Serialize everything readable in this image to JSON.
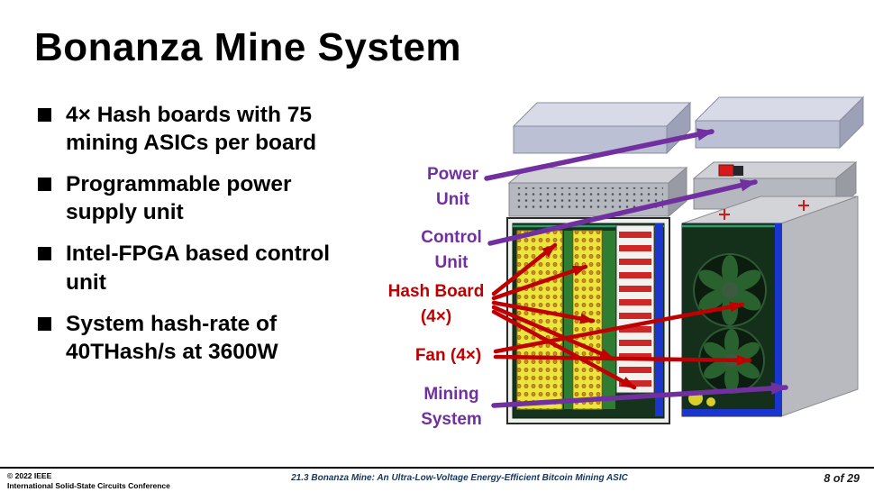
{
  "slide": {
    "title": "Bonanza Mine System",
    "bullets": [
      "4× Hash boards with 75\nmining ASICs per board",
      "Programmable power\nsupply unit",
      "Intel-FPGA based control\nunit",
      "System hash-rate of\n40THash/s at 3600W"
    ]
  },
  "diagram": {
    "labels": {
      "power_unit": "Power\nUnit",
      "control_unit": "Control\nUnit",
      "hash_board": "Hash Board\n(4×)",
      "fan": "Fan (4×)",
      "mining_system": "Mining\nSystem"
    },
    "colors": {
      "label_purple": "#7030A0",
      "label_red": "#C00000",
      "board_yellow": "#ECE63C",
      "pcb_green": "#2F7D33",
      "frame_blue": "#1B35CF"
    }
  },
  "footer": {
    "copyright": "© 2022 IEEE",
    "conference": "International Solid-State Circuits Conference",
    "paper_title": "21.3 Bonanza Mine: An Ultra-Low-Voltage Energy-Efficient Bitcoin Mining ASIC",
    "page_number": "8 of 29"
  }
}
